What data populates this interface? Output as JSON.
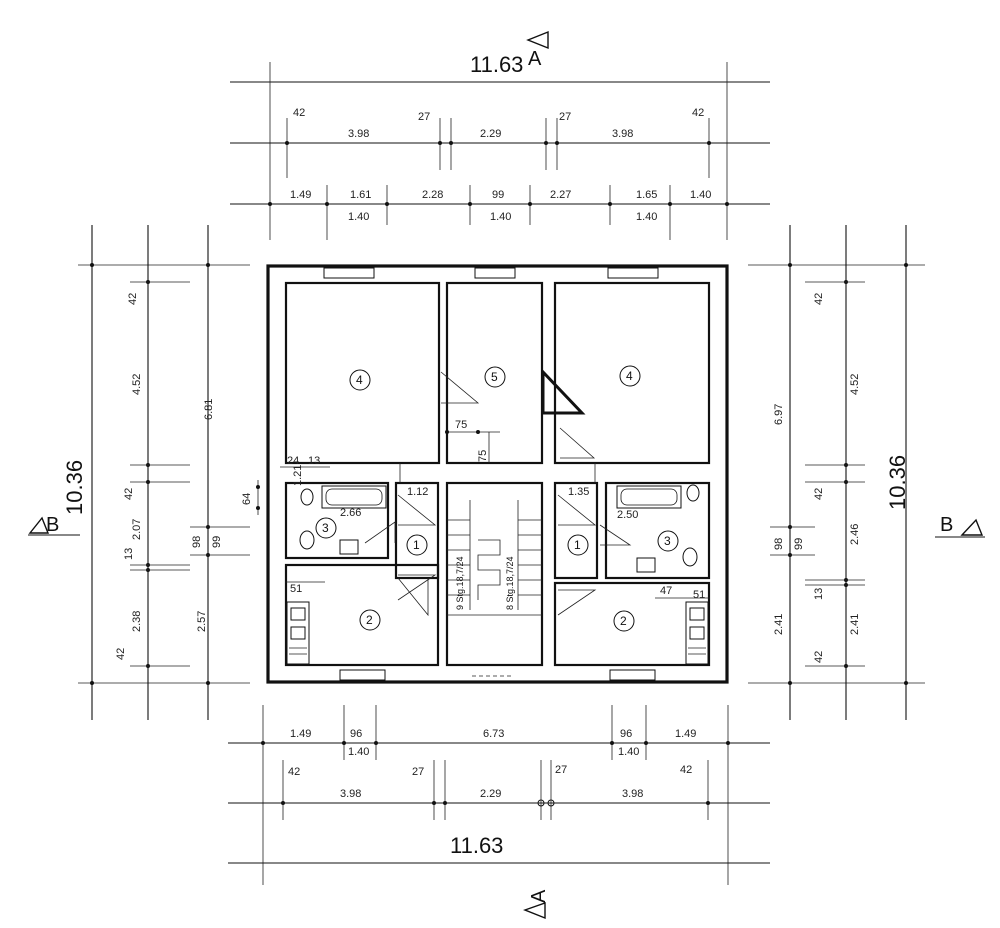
{
  "dims": {
    "top_overall": "11.63",
    "top_row1": [
      "42",
      "3.98",
      "27",
      "2.29",
      "27",
      "3.98",
      "42"
    ],
    "top_row2": [
      "1.49",
      "1.61",
      "2.28",
      "99",
      "2.27",
      "1.65",
      "1.40"
    ],
    "top_row2_sub": [
      "1.40",
      "1.40",
      "1.40"
    ],
    "bottom_overall": "11.63",
    "bottom_row1": [
      "1.49",
      "96",
      "6.73",
      "96",
      "1.49"
    ],
    "bottom_row1_sub": [
      "1.40",
      "1.40"
    ],
    "bottom_row2": [
      "42",
      "27",
      "27",
      "42"
    ],
    "bottom_row3": [
      "3.98",
      "2.29",
      "3.98"
    ],
    "left_overall": "10.36",
    "left_outer": [
      "42",
      "4.52",
      "42",
      "2.07",
      "13",
      "2.38",
      "42"
    ],
    "left_inner": [
      "6.81",
      "98",
      "99",
      "2.57"
    ],
    "left_small": "64",
    "right_overall": "10.36",
    "right_outer": [
      "42",
      "4.52",
      "42",
      "2.46",
      "13",
      "2.41",
      "42"
    ],
    "right_inner": [
      "6.97",
      "98",
      "99",
      "2.41"
    ],
    "interior": [
      "75",
      "75",
      "1.12",
      "1.35",
      "2.66",
      "2.50",
      "24",
      "13",
      "1.21",
      "51",
      "47",
      "51"
    ]
  },
  "rooms": [
    {
      "id": "room-4-left",
      "num": "4"
    },
    {
      "id": "room-5",
      "num": "5"
    },
    {
      "id": "room-4-right",
      "num": "4"
    },
    {
      "id": "room-3-left",
      "num": "3"
    },
    {
      "id": "room-1-left",
      "num": "1"
    },
    {
      "id": "room-1-right",
      "num": "1"
    },
    {
      "id": "room-3-right",
      "num": "3"
    },
    {
      "id": "room-2-left",
      "num": "2"
    },
    {
      "id": "room-2-right",
      "num": "2"
    }
  ],
  "stairs": {
    "left": "9 Stg.18,7/24",
    "right": "8 Stg.18,7/24"
  },
  "sections": {
    "a_top": "A",
    "a_bottom": "A",
    "b_left": "B",
    "b_right": "B"
  }
}
